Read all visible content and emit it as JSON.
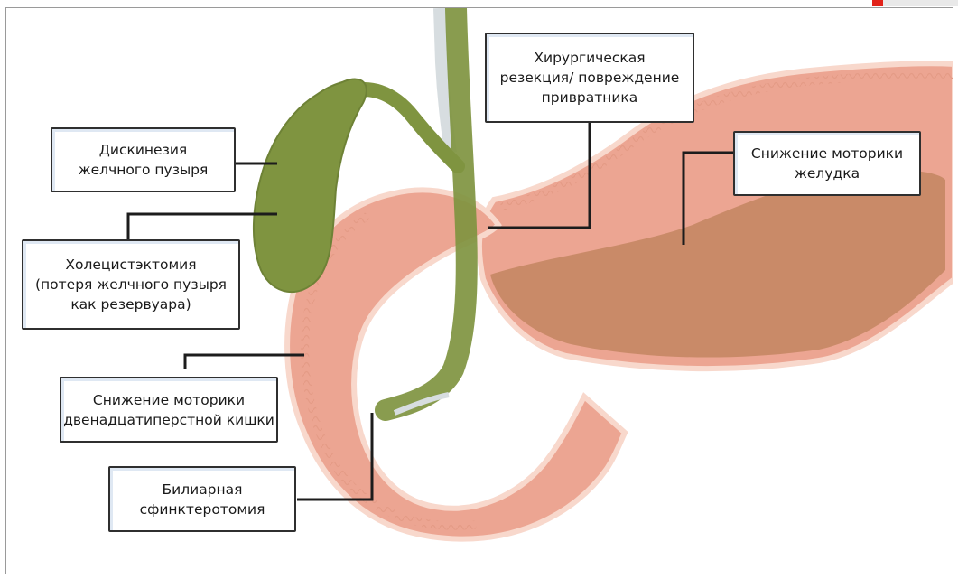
{
  "colors": {
    "gallbladder": "#7f9440",
    "gallbladder_dark": "#6e8236",
    "tissue": "#eca592",
    "tissue_light": "#f6cdbf",
    "mucosa": "#f2b8a6",
    "stomach_content": "#c98a68",
    "outline": "#1c1c1c",
    "accent": "#e2231a"
  },
  "labels": {
    "dyskinesia": {
      "lines": [
        "Дискинезия",
        "желчного пузыря"
      ]
    },
    "cholecystectomy": {
      "lines": [
        "Холецистэктомия",
        "(потеря желчного пузыря",
        "как резервуара)"
      ]
    },
    "duodenal_motility": {
      "lines": [
        "Снижение моторики",
        "двенадцатиперстной кишки"
      ]
    },
    "sphincterotomy": {
      "lines": [
        "Билиарная",
        "сфинктеротомия"
      ]
    },
    "pylorus": {
      "lines": [
        "Хирургическая",
        "резекция/ повреждение",
        "привратника"
      ]
    },
    "gastric_motility": {
      "lines": [
        "Снижение моторики",
        "желудка"
      ]
    }
  }
}
